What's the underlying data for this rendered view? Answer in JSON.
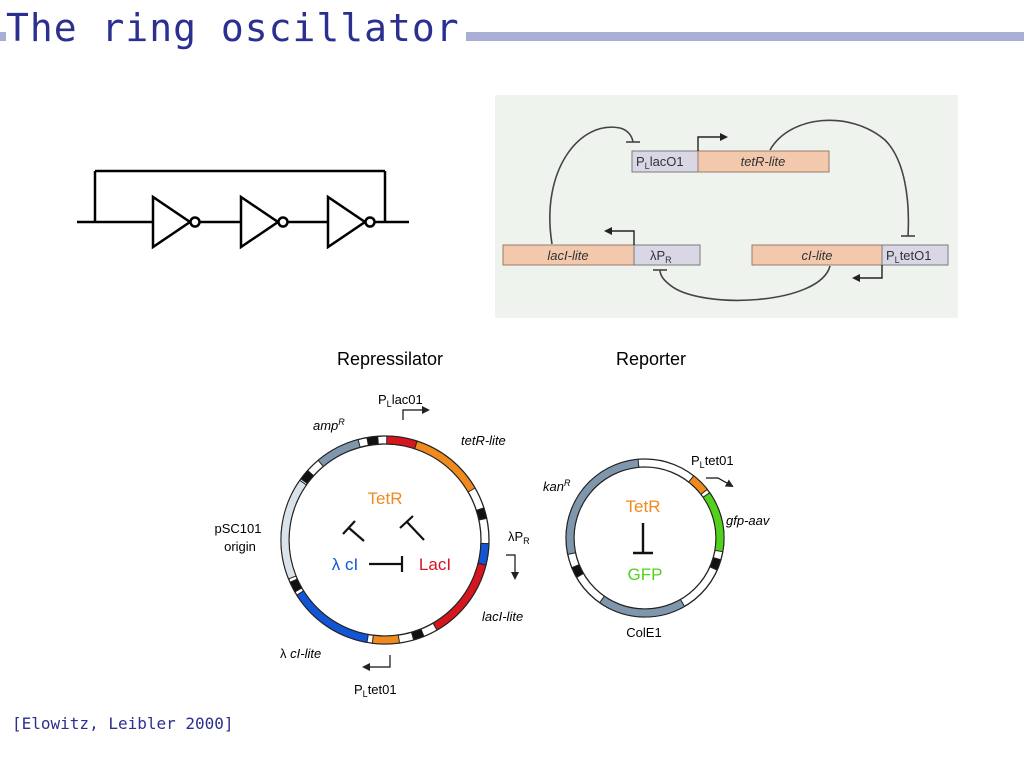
{
  "title": "The ring oscillator",
  "citation": "[Elowitz, Leibler 2000]",
  "circuit_diagram": {
    "labels": {
      "p_lacO1_p": "P",
      "p_lacO1_sub": "L",
      "p_lacO1_rest": "lacO1",
      "tetR_gene": "tetR-lite",
      "lacI_gene": "lacI-lite",
      "lambda_promoter": "λP",
      "lambda_promoter_sub": "R",
      "cI_gene": "cI-lite",
      "p_tetO1_p": "P",
      "p_tetO1_sub": "L",
      "p_tetO1_rest": "tetO1"
    }
  },
  "repressilator": {
    "heading": "Repressilator",
    "p_lac01_p": "P",
    "p_lac01_sub": "L",
    "p_lac01_rest": "lac01",
    "ampR": "amp",
    "ampR_sup": "R",
    "tetR_lite": "tetR-lite",
    "pSC101_line1": "pSC101",
    "pSC101_line2": "origin",
    "lambdaPR": "λP",
    "lambdaPR_sub": "R",
    "lacI_lite": "lacI-lite",
    "lambda_cI_lite_prefix": "λ ",
    "lambda_cI_lite": "cI-lite",
    "p_tet01_p": "P",
    "p_tet01_sub": "L",
    "p_tet01_rest": "tet01",
    "TetR": "TetR",
    "lambda_cI": "λ cI",
    "LacI": "LacI"
  },
  "reporter": {
    "heading": "Reporter",
    "kanR": "kan",
    "kanR_sup": "R",
    "p_tet01_p": "P",
    "p_tet01_sub": "L",
    "p_tet01_rest": "tet01",
    "gfp_aav": "gfp-aav",
    "TetR": "TetR",
    "GFP": "GFP",
    "ColE1": "ColE1"
  },
  "colors": {
    "title": "#2b2f8f",
    "title_bar": "#a9aed6",
    "tetR_orange": "#f08a1e",
    "lacI_red": "#d5161f",
    "lambda_blue": "#1256d6",
    "gfp_green": "#52d11c",
    "plasmid_gray": "#7f97ad",
    "origin_gray": "#dbe3ea",
    "gene_bar": "#f3c9ad",
    "promoter_box": "#d9d6e6",
    "panel_bg": "#eef3ee"
  }
}
